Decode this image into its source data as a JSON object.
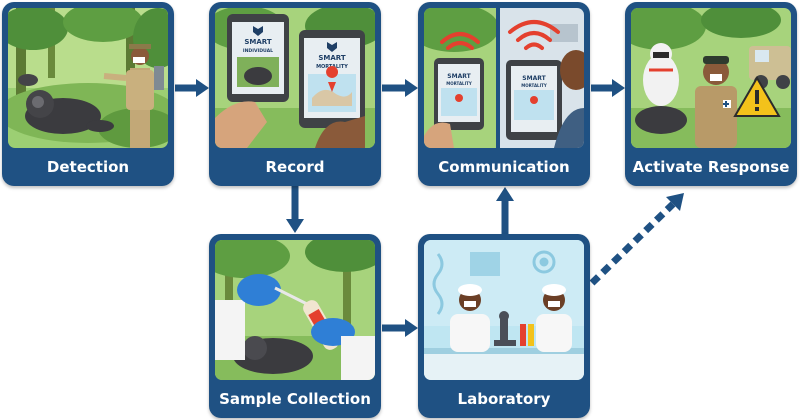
{
  "steps": {
    "detection": "Detection",
    "record": "Record",
    "communication": "Communication",
    "activate": "Activate Response",
    "sample": "Sample Collection",
    "laboratory": "Laboratory"
  },
  "app": {
    "smart": "SMART",
    "individual": "INDIVIDUAL",
    "mortality": "MORTALITY"
  },
  "colors": {
    "card": "#1f5183",
    "arrow": "#1f5183",
    "forest": "#6fa84a",
    "lab": "#bfe6f2",
    "glove": "#2f7fd6",
    "signal": "#e4402e"
  },
  "connections": [
    {
      "from": "detection",
      "to": "record",
      "style": "solid"
    },
    {
      "from": "record",
      "to": "communication",
      "style": "solid"
    },
    {
      "from": "communication",
      "to": "activate",
      "style": "solid"
    },
    {
      "from": "record",
      "to": "sample",
      "style": "solid"
    },
    {
      "from": "sample",
      "to": "laboratory",
      "style": "solid"
    },
    {
      "from": "laboratory",
      "to": "communication",
      "style": "solid"
    },
    {
      "from": "laboratory",
      "to": "activate",
      "style": "dashed"
    }
  ]
}
